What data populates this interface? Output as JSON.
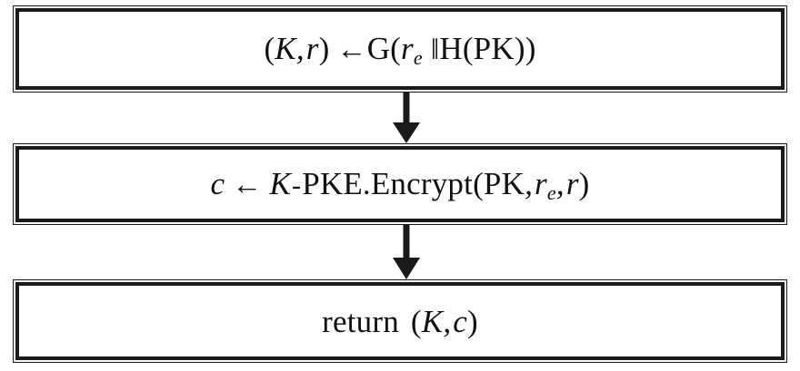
{
  "diagram": {
    "title": "ML-KEM encapsulation flowchart",
    "type": "flowchart",
    "orientation": "vertical",
    "colors": {
      "stroke": "#1a1a1a",
      "fill": "#ffffff",
      "text": "#111111",
      "background": "#ffffff"
    },
    "nodes": [
      {
        "id": "node-1",
        "order": 1,
        "shape": "double-line-rectangle",
        "text_plain": "(K, r) ←G(r_e ‖H(PK))",
        "parts": {
          "lparen": "(",
          "var_K": "K",
          "comma1": ",",
          "var_r": "r",
          "rparen": ")",
          "arrow": "←",
          "func_G": "G",
          "lparen2": "(",
          "var_re_base": "r",
          "var_re_sub": "e",
          "concat": "‖",
          "func_H": "H",
          "lparen3": "(",
          "pk": "PK",
          "rparen3": ")",
          "rparen2": ")"
        }
      },
      {
        "id": "node-2",
        "order": 2,
        "shape": "double-line-rectangle",
        "text_plain": "c ← K-PKE.Encrypt(PK, r_e, r)",
        "parts": {
          "var_c": "c",
          "arrow": "←",
          "var_K": "K",
          "dash": "-",
          "scheme": "PKE.Encrypt",
          "lparen": "(",
          "pk": "PK",
          "comma1": ",",
          "var_re_base": "r",
          "var_re_sub": "e",
          "comma2": ",",
          "var_r": "r",
          "rparen": ")"
        }
      },
      {
        "id": "node-3",
        "order": 3,
        "shape": "double-line-rectangle",
        "text_plain": "return (K, c)",
        "parts": {
          "keyword": "return",
          "lparen": "(",
          "var_K": "K",
          "comma": ",",
          "var_c": "c",
          "rparen": ")"
        }
      }
    ],
    "connectors": [
      {
        "id": "arrow-1",
        "from": "node-1",
        "to": "node-2",
        "direction": "down",
        "style": "solid-filled-head"
      },
      {
        "id": "arrow-2",
        "from": "node-2",
        "to": "node-3",
        "direction": "down",
        "style": "solid-filled-head"
      }
    ]
  }
}
